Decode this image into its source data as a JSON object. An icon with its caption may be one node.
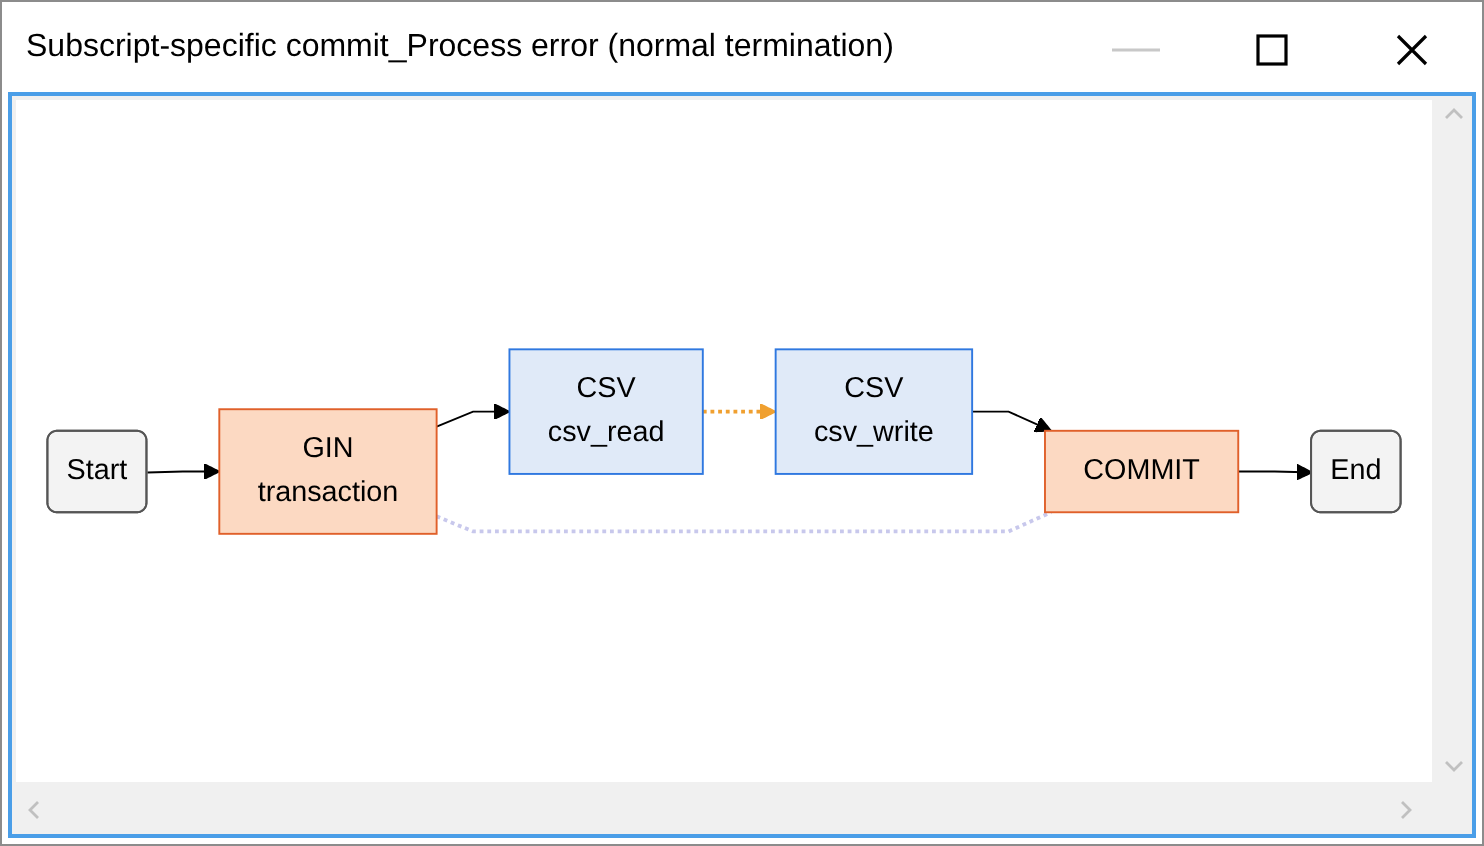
{
  "diagram": {
    "title": "Subscript-specific commit_Process error (normal termination)",
    "nodes": [
      {
        "text": [
          "Start"
        ]
      },
      {
        "text": [
          "GIN",
          "transaction"
        ]
      },
      {
        "text": [
          "CSV",
          "csv_read"
        ]
      },
      {
        "text": [
          "CSV",
          "csv_write"
        ]
      },
      {
        "text": [
          "COMMIT"
        ]
      },
      {
        "text": [
          "End"
        ]
      }
    ],
    "edges": [
      {
        "from": 0,
        "to": 1,
        "arrow": "to"
      },
      {
        "from": 1,
        "to": 2,
        "arrow": "to"
      },
      {
        "from": 2,
        "to": 3,
        "arrow": "to",
        "style": "dashed",
        "color": "#f0a030"
      },
      {
        "from": 3,
        "to": 4,
        "arrow": "to"
      },
      {
        "from": 4,
        "to": 5,
        "arrow": "to"
      },
      {
        "from": 1,
        "to": 4,
        "arrow": "none",
        "style": "dashed",
        "color": "#c8c8ec"
      }
    ]
  }
}
